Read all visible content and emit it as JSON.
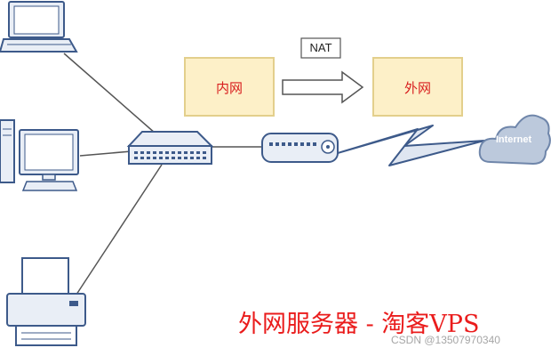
{
  "boxes": {
    "internal_label": "内网",
    "external_label": "外网"
  },
  "nat": {
    "label": "NAT"
  },
  "cloud": {
    "label": "Internet"
  },
  "watermark": {
    "main": "外网服务器 - 淘客VPS",
    "csdn": "CSDN @13507970340"
  },
  "colors": {
    "box_fill": "#fdf0c8",
    "box_border": "#e3cf8c",
    "box_text": "#d81e1e",
    "device_stroke": "#3d5a8a",
    "device_fill": "#e9eef6",
    "cloud_fill": "#bcc9dc",
    "line": "#555555",
    "watermark_red": "#ea1c1c"
  },
  "icons": [
    "laptop-icon",
    "desktop-icon",
    "printer-icon",
    "switch-icon",
    "router-icon",
    "lightning-icon",
    "cloud-icon",
    "arrow-right-icon"
  ]
}
